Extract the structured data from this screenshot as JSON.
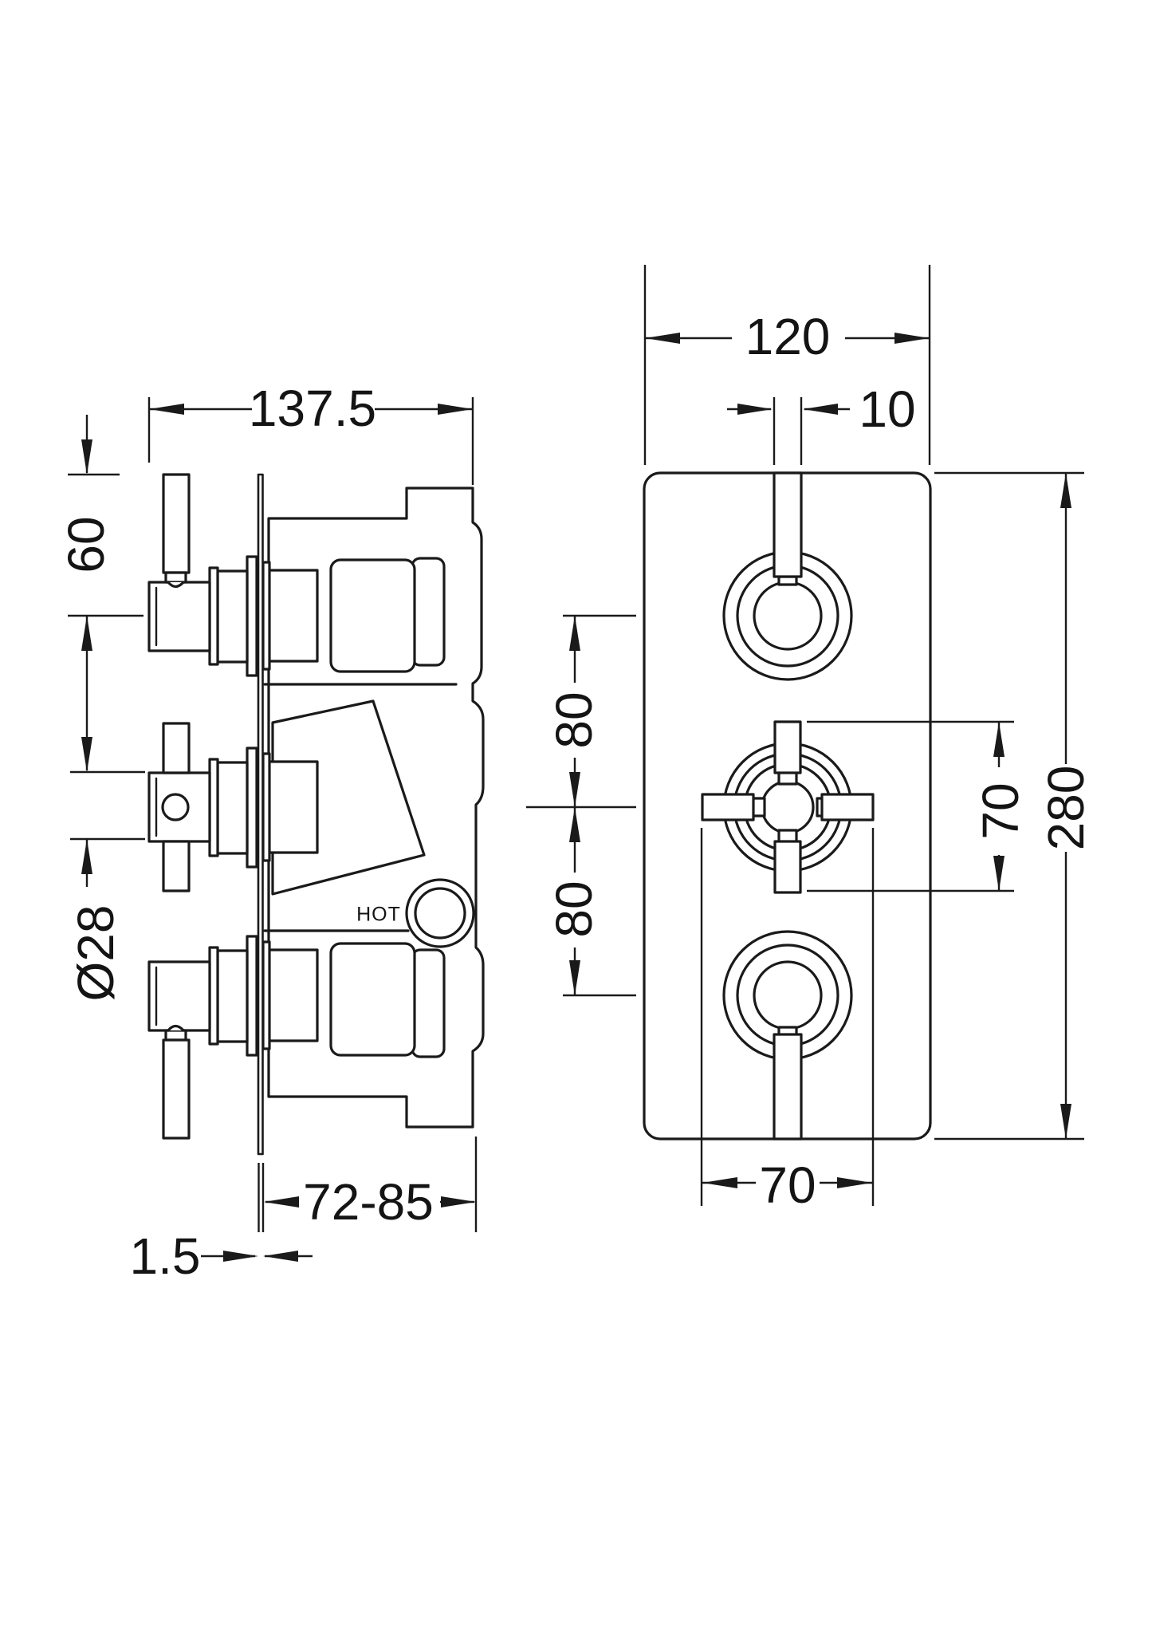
{
  "side_view": {
    "width_dim": "137.5",
    "lever_height_dim": "60",
    "handle_diameter_dim": "Ø28",
    "depth_range_dim": "72-85",
    "plate_thickness_dim": "1.5",
    "hot_label": "HOT"
  },
  "front_view": {
    "plate_width_dim": "120",
    "stem_width_dim": "10",
    "upper_spacing_dim": "80",
    "lower_spacing_dim": "80",
    "cross_span_dim": "70",
    "plate_height_dim": "280",
    "bottom_span_dim": "70"
  },
  "colors": {
    "line": "#1a1a1a",
    "background": "#ffffff"
  }
}
